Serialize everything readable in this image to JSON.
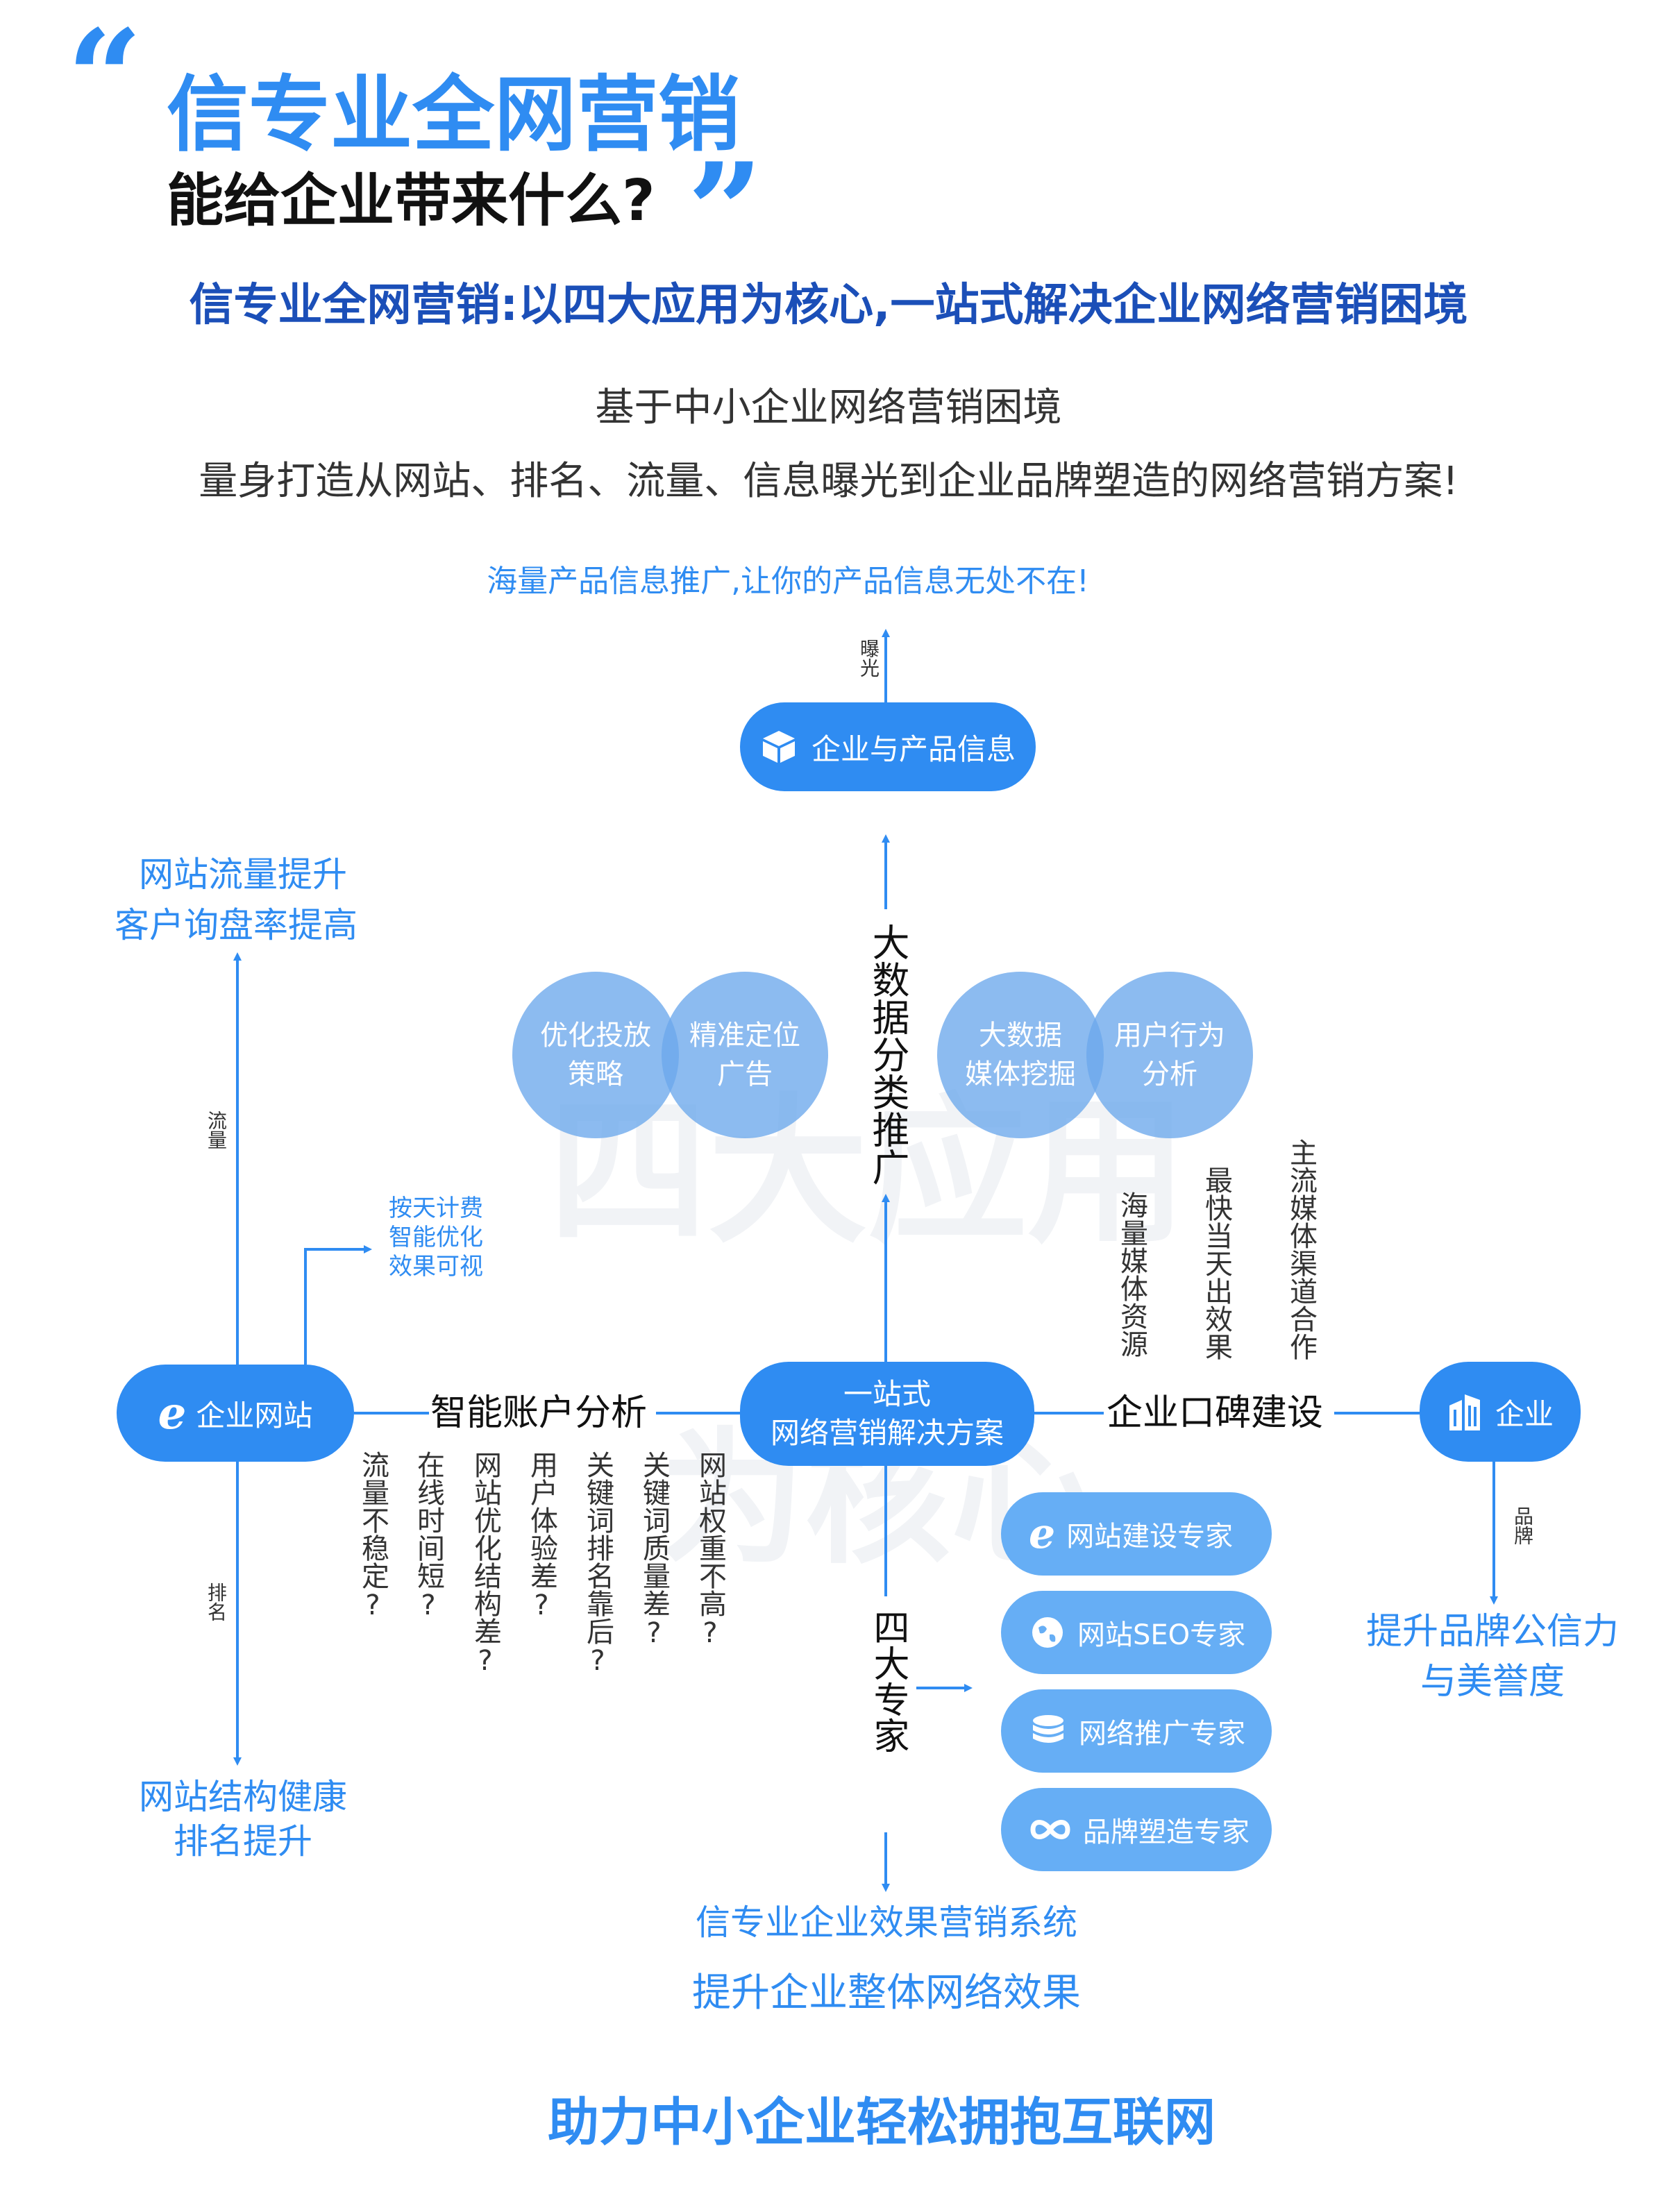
{
  "header": {
    "open_quote": "“",
    "close_quote": "”",
    "title": "信专业全网营销",
    "subtitle": "能给企业带来什么?",
    "tagline": "信专业全网营销:以四大应用为核心,一站式解决企业网络营销困境",
    "intro_line1": "基于中小企业网络营销困境",
    "intro_line2": "量身打造从网站、排名、流量、信息曝光到企业品牌塑造的网络营销方案!"
  },
  "diagram": {
    "watermark_top": "四大应用",
    "watermark_bottom": "为核心",
    "top_result": "海量产品信息推广,让你的产品信息无处不在!",
    "exposure_label": "曝光",
    "info_node": "企业与产品信息",
    "bigdata_label": "大数据分类推广",
    "circles": [
      "优化投放\n策略",
      "精准定位\n广告",
      "大数据\n媒体挖掘",
      "用户行为\n分析"
    ],
    "traffic_result_1": "网站流量提升",
    "traffic_result_2": "客户询盘率提高",
    "traffic_label": "流量",
    "billing_1": "按天计费",
    "billing_2": "智能优化",
    "billing_3": "效果可视",
    "website_node": "企业网站",
    "account_analysis": "智能账户分析",
    "center_node_1": "一站式",
    "center_node_2": "网络营销解决方案",
    "reputation": "企业口碑建设",
    "enterprise_node": "企业",
    "problems": [
      "流量不稳定?",
      "在线时间短?",
      "网站优化结构差?",
      "用户体验差?",
      "关键词排名靠后?",
      "关键词质量差?",
      "网站权重不高?"
    ],
    "media_columns": [
      "海量媒体资源",
      "最快当天出效果",
      "主流媒体渠道合作"
    ],
    "ranking_label": "排名",
    "ranking_result_1": "网站结构健康",
    "ranking_result_2": "排名提升",
    "experts_label": "四大专家",
    "experts": [
      "网站建设专家",
      "网站SEO专家",
      "网络推广专家",
      "品牌塑造专家"
    ],
    "brand_label": "品牌",
    "brand_result_1": "提升品牌公信力",
    "brand_result_2": "与美誉度",
    "system_line1": "信专业企业效果营销系统",
    "system_line2": "提升企业整体网络效果"
  },
  "footer": {
    "slogan": "助力中小企业轻松拥抱互联网"
  },
  "colors": {
    "accent": "#2f8cf2",
    "light_accent": "#66aef5",
    "circle": "#6ca8ec"
  },
  "icons": [
    "ie-icon",
    "cube-icon",
    "building-icon",
    "globe-icon",
    "coins-icon",
    "infinity-icon"
  ]
}
